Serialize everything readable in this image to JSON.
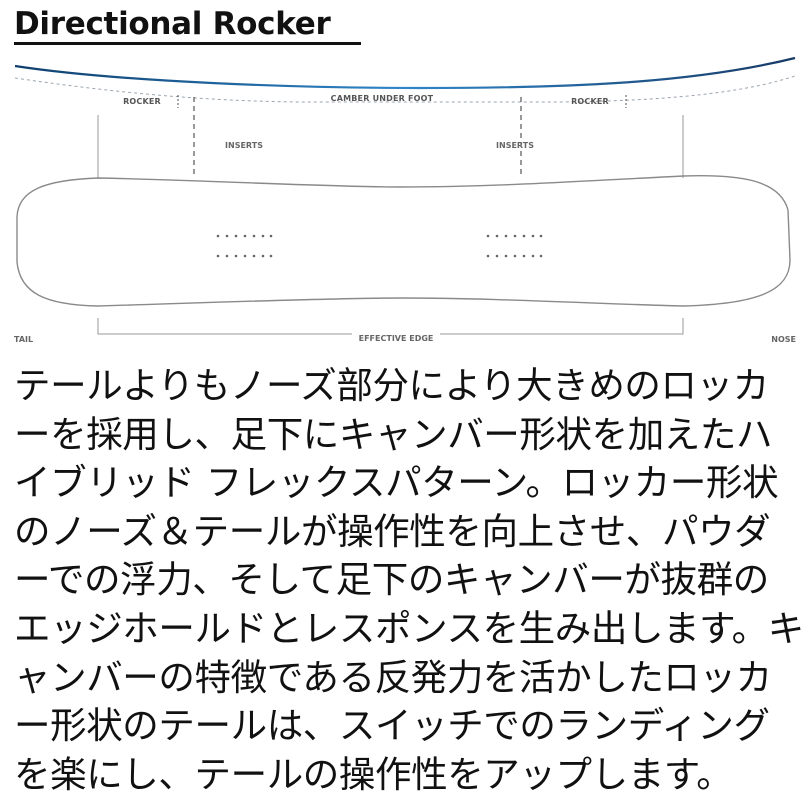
{
  "title": "Directional Rocker",
  "profile_labels": {
    "rocker_tail": "ROCKER",
    "camber": "CAMBER UNDER FOOT",
    "rocker_nose": "ROCKER"
  },
  "inserts_labels": [
    "INSERTS",
    "INSERTS"
  ],
  "board_labels": {
    "tail": "TAIL",
    "effective_edge": "EFFECTIVE EDGE",
    "nose": "NOSE"
  },
  "colors": {
    "profile_line": "#1f5c9e",
    "outline": "#888888",
    "text": "#111111"
  },
  "description": "テールよりもノーズ部分により大きめのロッカーを採用し、足下にキャンバー形状を加えたハイブリッド フレックスパターン。ロッカー形状のノーズ＆テールが操作性を向上させ、パウダーでの浮力、そして足下のキャンバーが抜群のエッジホールドとレスポンスを生み出します。キャンバーの特徴である反発力を活かしたロッカー形状のテールは、スイッチでのランディングを楽にし、テールの操作性をアップします。"
}
